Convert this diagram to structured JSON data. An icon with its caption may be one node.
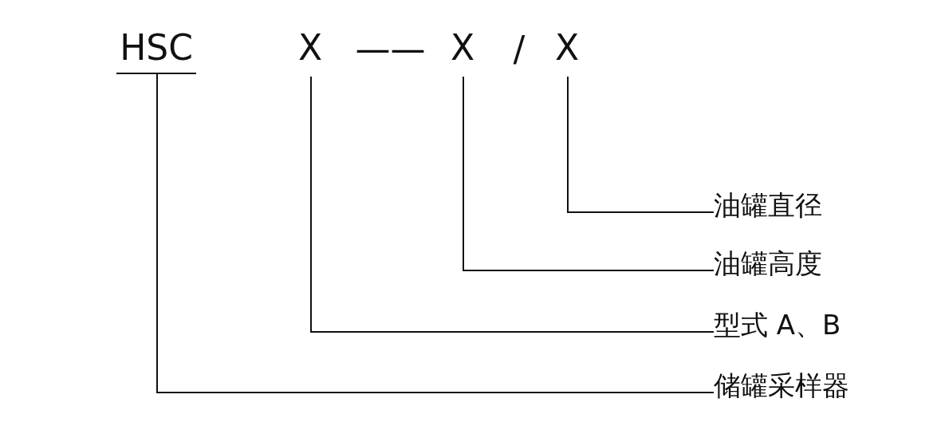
{
  "diagram": {
    "nodes": [
      {
        "text": [
          "HSC"
        ]
      },
      {
        "text": [
          "X"
        ]
      },
      {
        "text": [
          "X"
        ]
      },
      {
        "text": [
          "X"
        ]
      },
      {
        "text": [
          "油罐直径"
        ]
      },
      {
        "text": [
          "油罐高度"
        ]
      },
      {
        "text": [
          "型式 A、B"
        ]
      },
      {
        "text": [
          "储罐采样器"
        ]
      }
    ],
    "edges": [
      {
        "from": 3,
        "to": 4,
        "arrow": "none"
      },
      {
        "from": 2,
        "to": 5,
        "arrow": "none"
      },
      {
        "from": 1,
        "to": 6,
        "arrow": "none"
      },
      {
        "from": 0,
        "to": 7,
        "arrow": "none"
      }
    ],
    "labels": [
      "——",
      "/"
    ]
  }
}
